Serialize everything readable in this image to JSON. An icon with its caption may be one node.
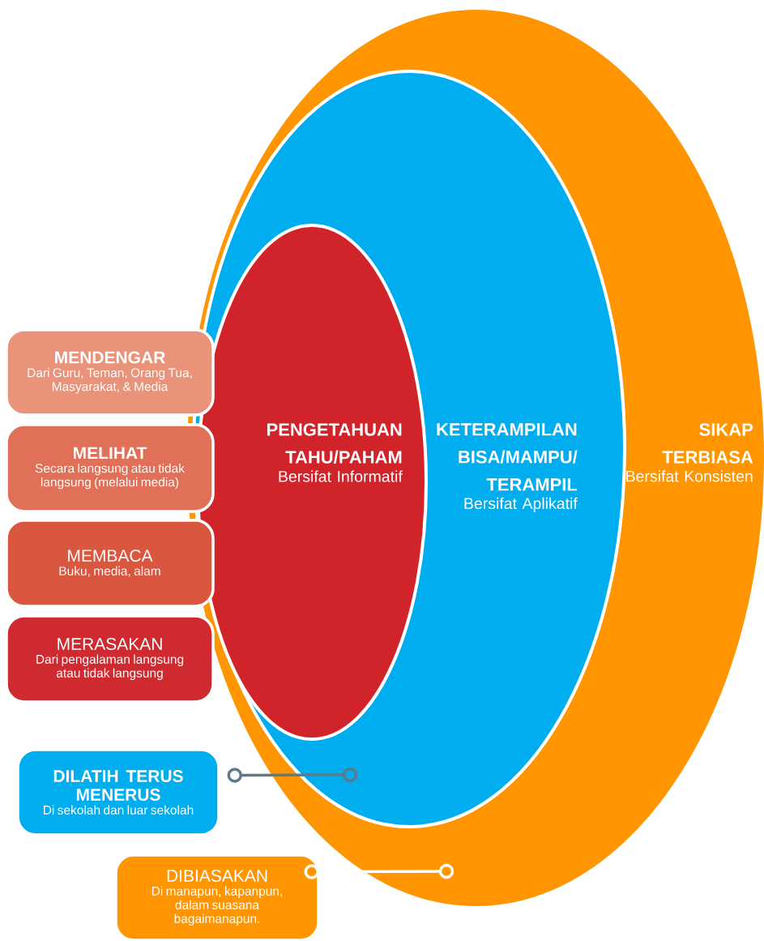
{
  "diagram": {
    "nodes": [
      {
        "text": [
          "SIKAP TERBIASA",
          "Bersifat Konsisten"
        ]
      },
      {
        "text": [
          "KETERAMPILAN BISA/MAMPU/ TERAMPIL",
          "Bersifat Aplikatif"
        ],
        "in": 0
      },
      {
        "text": [
          "PENGETAHUAN TAHU/PAHAM",
          "Bersifat Informatif"
        ],
        "in": 1
      },
      {
        "text": [
          "MENDENGAR",
          "Dari Guru, Teman, Orang Tua, Masyarakat, & Media"
        ]
      },
      {
        "text": [
          "MELIHAT",
          "Secara langsung atau tidak langsung (melalui media)"
        ]
      },
      {
        "text": [
          "MEMBACA",
          "Buku, media, alam"
        ]
      },
      {
        "text": [
          "MERASAKAN",
          "Dari pengalaman langsung atau tidak langsung"
        ]
      },
      {
        "text": [
          "DILATIH TERUS MENERUS",
          "Di sekolah dan luar sekolah"
        ]
      },
      {
        "text": [
          "DIBIASAKAN",
          "Di manapun, kapanpun, dalam suasana bagaimanapun."
        ]
      }
    ],
    "edges": [
      {
        "from": 7,
        "to": 1,
        "arrow": "other",
        "color": "#5f7b8a"
      },
      {
        "from": 8,
        "to": 0,
        "arrow": "other",
        "color": "#ffffff"
      }
    ]
  }
}
